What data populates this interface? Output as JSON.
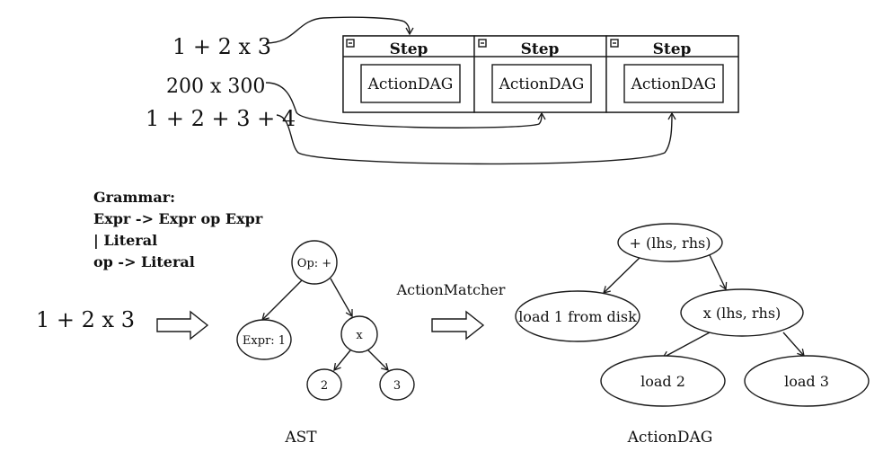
{
  "colors": {
    "ink": "#111111",
    "paper": "#ffffff"
  },
  "expressions": {
    "e1": "1 + 2 x 3",
    "e2": "200 x 300",
    "e3": "1 + 2 + 3 + 4"
  },
  "steps": [
    {
      "title": "Step",
      "body": "ActionDAG"
    },
    {
      "title": "Step",
      "body": "ActionDAG"
    },
    {
      "title": "Step",
      "body": "ActionDAG"
    }
  ],
  "grammar": {
    "lines": [
      "Grammar:",
      "Expr -> Expr op Expr",
      "| Literal",
      "op -> Literal"
    ]
  },
  "bottom": {
    "input_expr": "1 + 2 x 3",
    "matcher_label": "ActionMatcher",
    "ast_caption": "AST",
    "dag_caption": "ActionDAG"
  },
  "ast_nodes": {
    "root": "Op: +",
    "left": "Expr: 1",
    "mul": "x",
    "two": "2",
    "three": "3"
  },
  "dag_nodes": {
    "root": "+ (lhs, rhs)",
    "load1": "load 1 from disk",
    "mul": "x (lhs, rhs)",
    "load2": "load 2",
    "load3": "load 3"
  }
}
